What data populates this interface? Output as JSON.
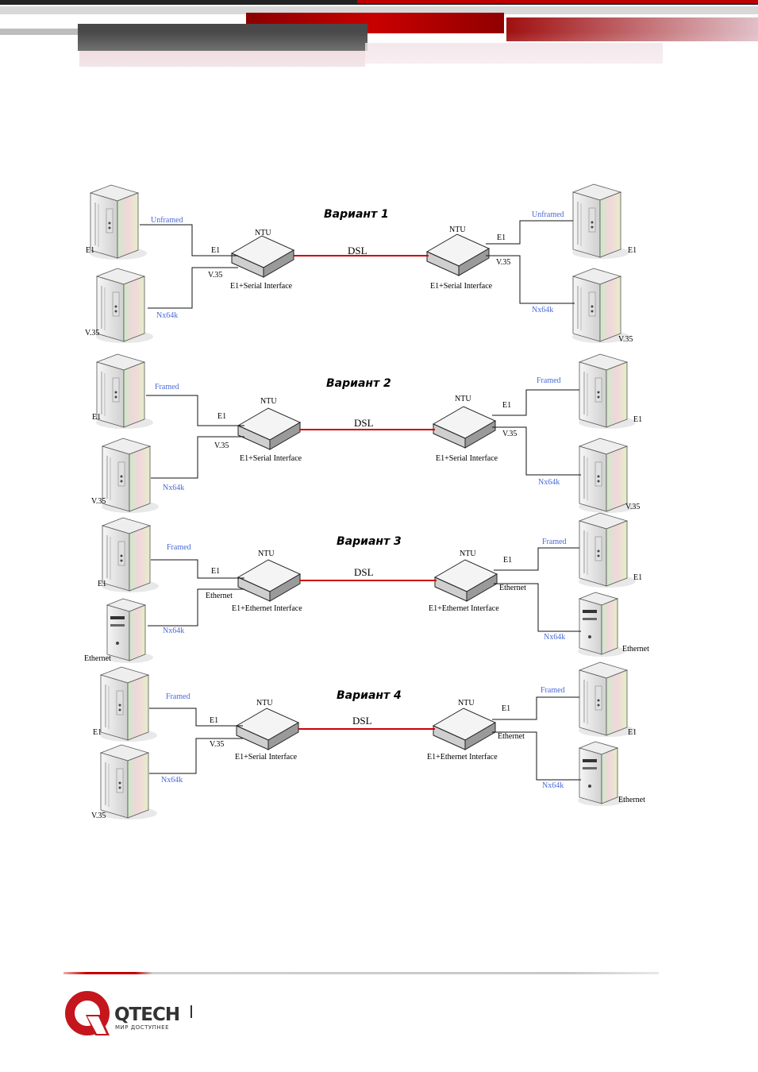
{
  "brand": {
    "name": "QTECH",
    "tagline": "МИР ДОСТУПНЕЕ",
    "colors": {
      "primary": "#c4161c",
      "dark": "#333333"
    }
  },
  "diagram": {
    "variants": [
      {
        "title": "Вариант 1",
        "left_top_label": "E1",
        "left_top_link": "Unframed",
        "left_top_port": "E1",
        "left_bottom_label": "V.35",
        "left_bottom_link": "Nx64k",
        "left_bottom_port": "V.35",
        "left_ntu": "NTU",
        "left_interface": "E1+Serial Interface",
        "link": "DSL",
        "right_ntu": "NTU",
        "right_interface": "E1+Serial Interface",
        "right_top_port": "E1",
        "right_top_link": "Unframed",
        "right_top_label": "E1",
        "right_bottom_port": "V.35",
        "right_bottom_link": "Nx64k",
        "right_bottom_label": "V.35"
      },
      {
        "title": "Вариант 2",
        "left_top_label": "E1",
        "left_top_link": "Framed",
        "left_top_port": "E1",
        "left_bottom_label": "V.35",
        "left_bottom_link": "Nx64k",
        "left_bottom_port": "V.35",
        "left_ntu": "NTU",
        "left_interface": "E1+Serial Interface",
        "link": "DSL",
        "right_ntu": "NTU",
        "right_interface": "E1+Serial Interface",
        "right_top_port": "E1",
        "right_top_link": "Framed",
        "right_top_label": "E1",
        "right_bottom_port": "V.35",
        "right_bottom_link": "Nx64k",
        "right_bottom_label": "V.35"
      },
      {
        "title": "Вариант 3",
        "left_top_label": "E1",
        "left_top_link": "Framed",
        "left_top_port": "E1",
        "left_bottom_label": "Ethernet",
        "left_bottom_link": "Nx64k",
        "left_bottom_port": "Ethernet",
        "left_ntu": "NTU",
        "left_interface": "E1+Ethernet Interface",
        "link": "DSL",
        "right_ntu": "NTU",
        "right_interface": "E1+Ethernet Interface",
        "right_top_port": "E1",
        "right_top_link": "Framed",
        "right_top_label": "E1",
        "right_bottom_port": "Ethernet",
        "right_bottom_link": "Nx64k",
        "right_bottom_label": "Ethernet"
      },
      {
        "title": "Вариант 4",
        "left_top_label": "E1",
        "left_top_link": "Framed",
        "left_top_port": "E1",
        "left_bottom_label": "V.35",
        "left_bottom_link": "Nx64k",
        "left_bottom_port": "V.35",
        "left_ntu": "NTU",
        "left_interface": "E1+Serial Interface",
        "link": "DSL",
        "right_ntu": "NTU",
        "right_interface": "E1+Ethernet Interface",
        "right_top_port": "E1",
        "right_top_link": "Framed",
        "right_top_label": "E1",
        "right_bottom_port": "Ethernet",
        "right_bottom_link": "Nx64k",
        "right_bottom_label": "Ethernet"
      }
    ]
  }
}
